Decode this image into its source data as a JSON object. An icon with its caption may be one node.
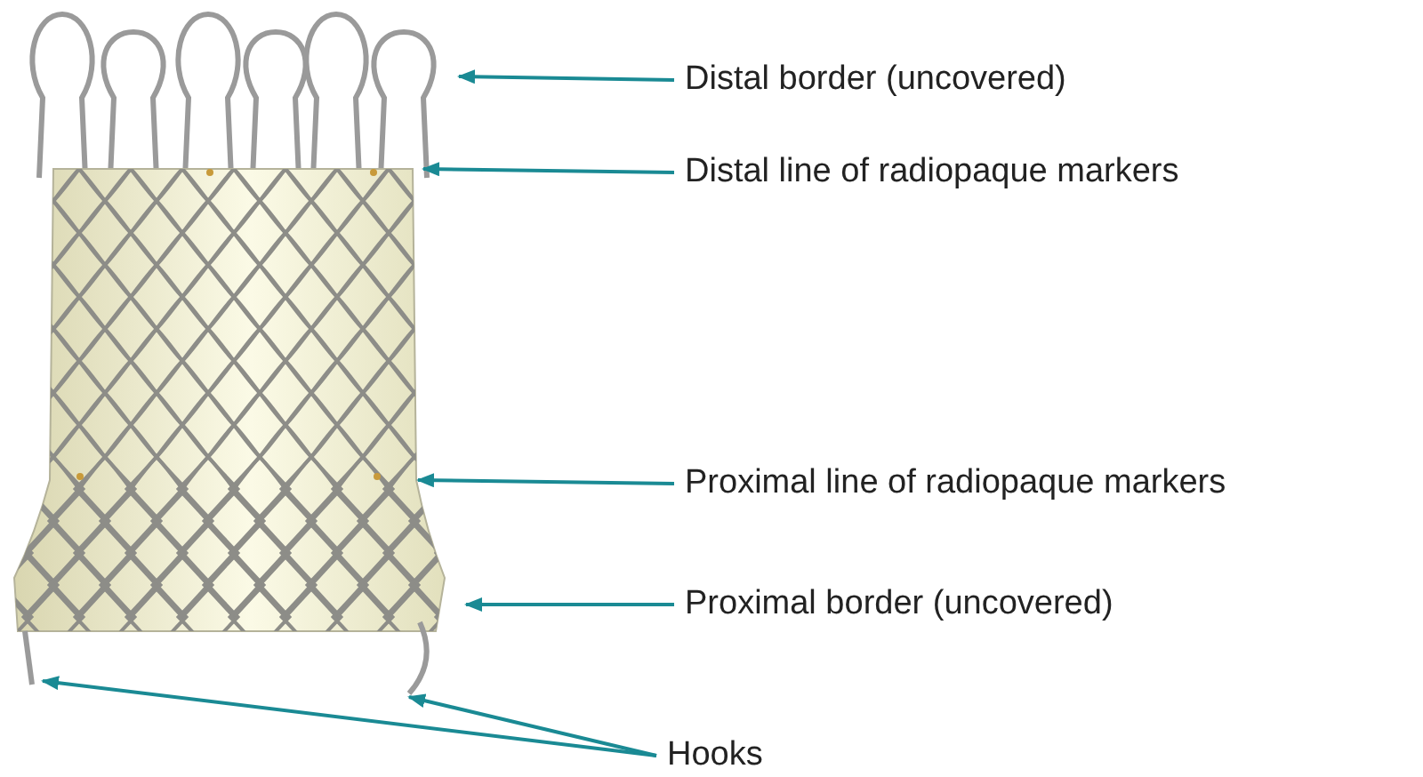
{
  "diagram": {
    "nodes": [
      {
        "text": [
          "Distal border (uncovered)"
        ]
      },
      {
        "text": [
          "Distal line of radiopaque markers"
        ]
      },
      {
        "text": [
          "Proximal line of radiopaque markers"
        ]
      },
      {
        "text": [
          "Proximal border (uncovered)"
        ]
      },
      {
        "text": [
          "Hooks"
        ]
      }
    ],
    "edges": [
      {
        "from": 0,
        "to": null,
        "arrow": "to"
      },
      {
        "from": 1,
        "to": null,
        "arrow": "to"
      },
      {
        "from": 2,
        "to": null,
        "arrow": "to"
      },
      {
        "from": 3,
        "to": null,
        "arrow": "to"
      },
      {
        "from": 4,
        "to": null,
        "arrow": "to"
      },
      {
        "from": 4,
        "to": null,
        "arrow": "to"
      }
    ]
  }
}
